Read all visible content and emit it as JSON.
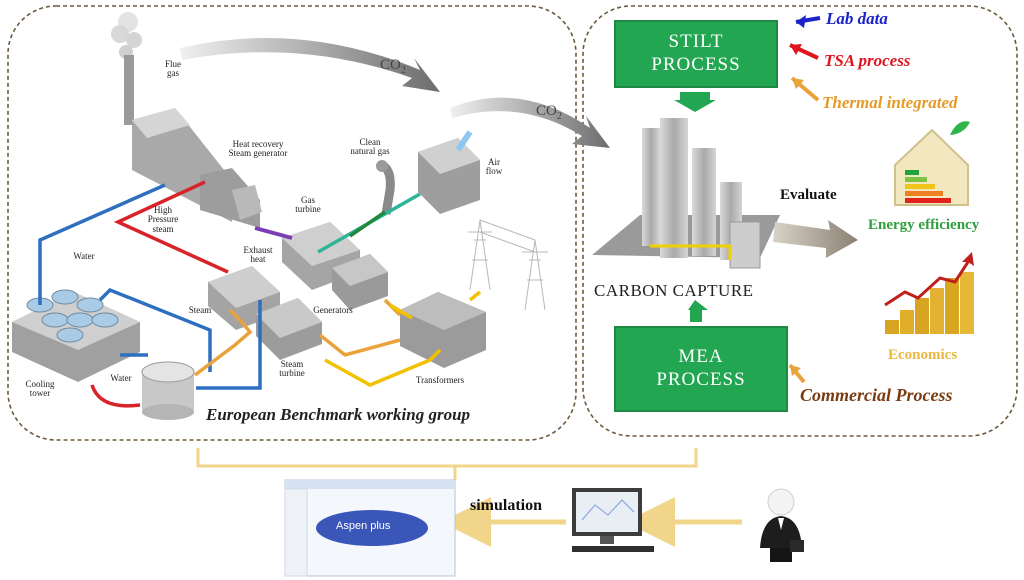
{
  "left_panel": {
    "caption": "European Benchmark working group",
    "labels": {
      "flue_gas": "Flue gas",
      "hrsg": "Heat recovery Steam generator",
      "clean_gas": "Clean natural gas",
      "air_flow": "Air flow",
      "gas_turbine": "Gas turbine",
      "high_pressure_steam": "High Pressure steam",
      "exhaust_heat": "Exhaust heat",
      "water_top": "Water",
      "steam": "Steam",
      "generators": "Generators",
      "steam_turbine": "Steam turbine",
      "transformers": "Transformers",
      "cooling_tower": "Cooling tower",
      "water_bottom": "Water"
    },
    "co2_1": "CO",
    "co2_2": "CO",
    "co2_sub": "2"
  },
  "right_panel": {
    "stilt_process": "STILT PROCESS",
    "mea_process": "MEA PROCESS",
    "carbon_capture": "CARBON CAPTURE",
    "lab_data": "Lab data",
    "tsa_process": "TSA process",
    "thermal_integrated": "Thermal integrated",
    "evaluate": "Evaluate",
    "energy_efficiency": "Energy efficiency",
    "economics": "Economics",
    "commercial_process": "Commercial Process"
  },
  "bottom": {
    "aspen_plus": "Aspen plus",
    "simulation": "simulation"
  },
  "colors": {
    "green": "#23a651",
    "blue_label": "#1a22c8",
    "red_label": "#e0141e",
    "orange_label": "#e69a28",
    "brown_label": "#7a3b12",
    "yellow_arrow": "#f0d890"
  }
}
